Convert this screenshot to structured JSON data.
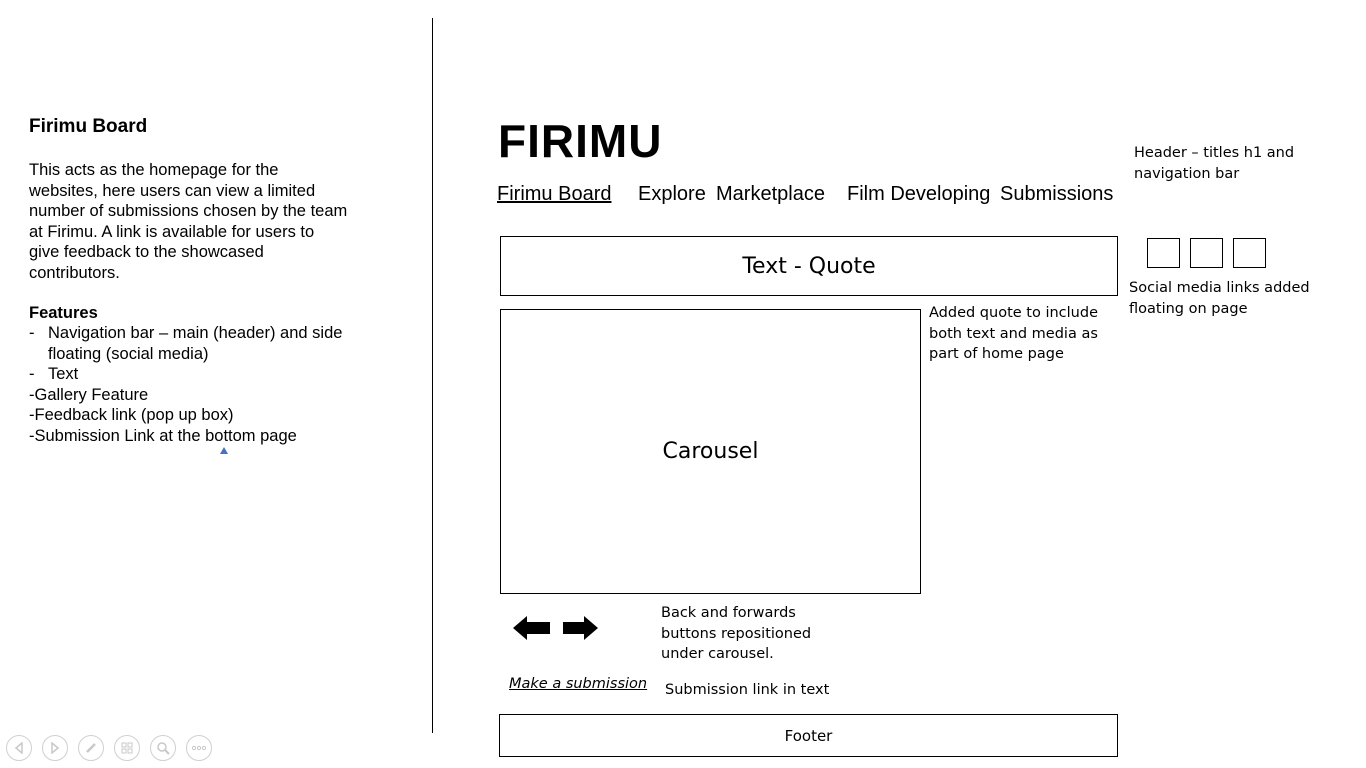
{
  "left_panel": {
    "title": "Firimu Board",
    "description": "This acts as the homepage for the websites, here users can view a limited number of submissions chosen by the team at Firimu. A link is available for users to give feedback to the showcased contributors.",
    "features_title": "Features",
    "features": [
      {
        "prefix": "-",
        "text": "Navigation bar – main (header) and side floating (social media)"
      },
      {
        "prefix": "-",
        "text": "Text"
      }
    ],
    "features_extra": [
      "-Gallery Feature",
      "-Feedback link (pop up box)",
      "-Submission Link at the bottom page"
    ]
  },
  "mockup": {
    "logo": "FIRIMU",
    "nav": [
      "Firimu Board",
      "Explore",
      "Marketplace",
      "Film Developing",
      "Submissions"
    ],
    "quote_box": "Text - Quote",
    "carousel_box": "Carousel",
    "footer_box": "Footer",
    "submission_link": "Make a submission"
  },
  "notes": {
    "header": "Header – titles h1 and navigation bar",
    "social": "Social media links added floating on page",
    "quote": "Added quote to include both text and media as part of home page",
    "buttons": "Back and forwards buttons repositioned under carousel.",
    "submission": "Submission link in text"
  },
  "icons": {
    "back": "left-arrow-icon",
    "forward": "right-arrow-icon",
    "slideshow_controls": [
      "previous-icon",
      "next-icon",
      "pen-icon",
      "slides-icon",
      "zoom-icon",
      "more-icon"
    ]
  },
  "colors": {
    "marker": "#4472c4",
    "control_border": "#d0d0d0"
  }
}
